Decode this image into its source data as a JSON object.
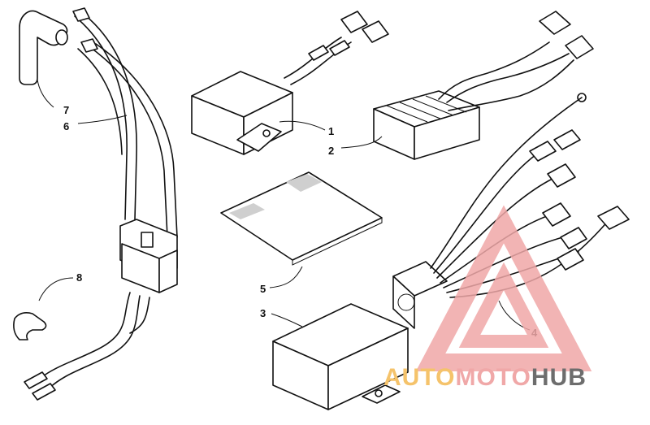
{
  "callouts": [
    {
      "id": "1",
      "text": "1"
    },
    {
      "id": "2",
      "text": "2"
    },
    {
      "id": "3",
      "text": "3"
    },
    {
      "id": "4",
      "text": "4"
    },
    {
      "id": "5",
      "text": "5"
    },
    {
      "id": "6",
      "text": "6"
    },
    {
      "id": "7",
      "text": "7"
    },
    {
      "id": "8",
      "text": "8"
    }
  ],
  "watermark": {
    "part1": "AUTO",
    "part2": "MOTO",
    "part3": "HUB",
    "color_primary": "#f0a8a8",
    "color_accent": "#f5c36b",
    "color_dark": "#6d6d6d"
  }
}
